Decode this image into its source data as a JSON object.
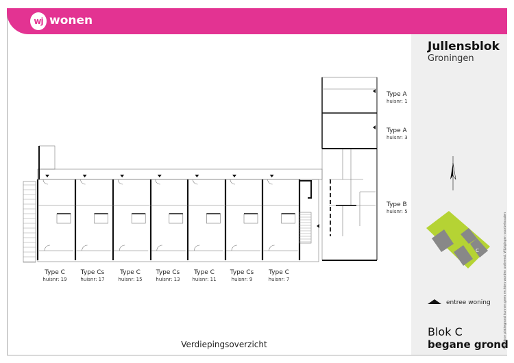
{
  "header": {
    "logo_text": "wj",
    "brand": "wonen",
    "brand_color": "#e33392"
  },
  "project": {
    "title": "Jullensblok",
    "city": "Groningen"
  },
  "units_right": [
    {
      "type": "Type A",
      "huisnr": "huisnr: 1"
    },
    {
      "type": "Type A",
      "huisnr": "huisnr: 3"
    },
    {
      "type": "Type B",
      "huisnr": "huisnr: 5"
    }
  ],
  "units_bottom": [
    {
      "type": "Type C",
      "huisnr": "huisnr: 19"
    },
    {
      "type": "Type Cs",
      "huisnr": "huisnr: 17"
    },
    {
      "type": "Type C",
      "huisnr": "huisnr: 15"
    },
    {
      "type": "Type Cs",
      "huisnr": "huisnr: 13"
    },
    {
      "type": "Type C",
      "huisnr": "huisnr: 11"
    },
    {
      "type": "Type Cs",
      "huisnr": "huisnr: 9"
    },
    {
      "type": "Type C",
      "huisnr": "huisnr: 7"
    }
  ],
  "sitemap": {
    "block_label": "C",
    "green": "#b5d334"
  },
  "legend": {
    "entree": "entree woning",
    "icon": "triangle-up"
  },
  "block": {
    "name": "Blok C",
    "floor": "begane grond"
  },
  "caption": "Verdiepingsoverzicht",
  "disclaimer": "Aan deze plattegrond kunnen geen rechten worden ontleend. Wijzigingen voorbehouden"
}
